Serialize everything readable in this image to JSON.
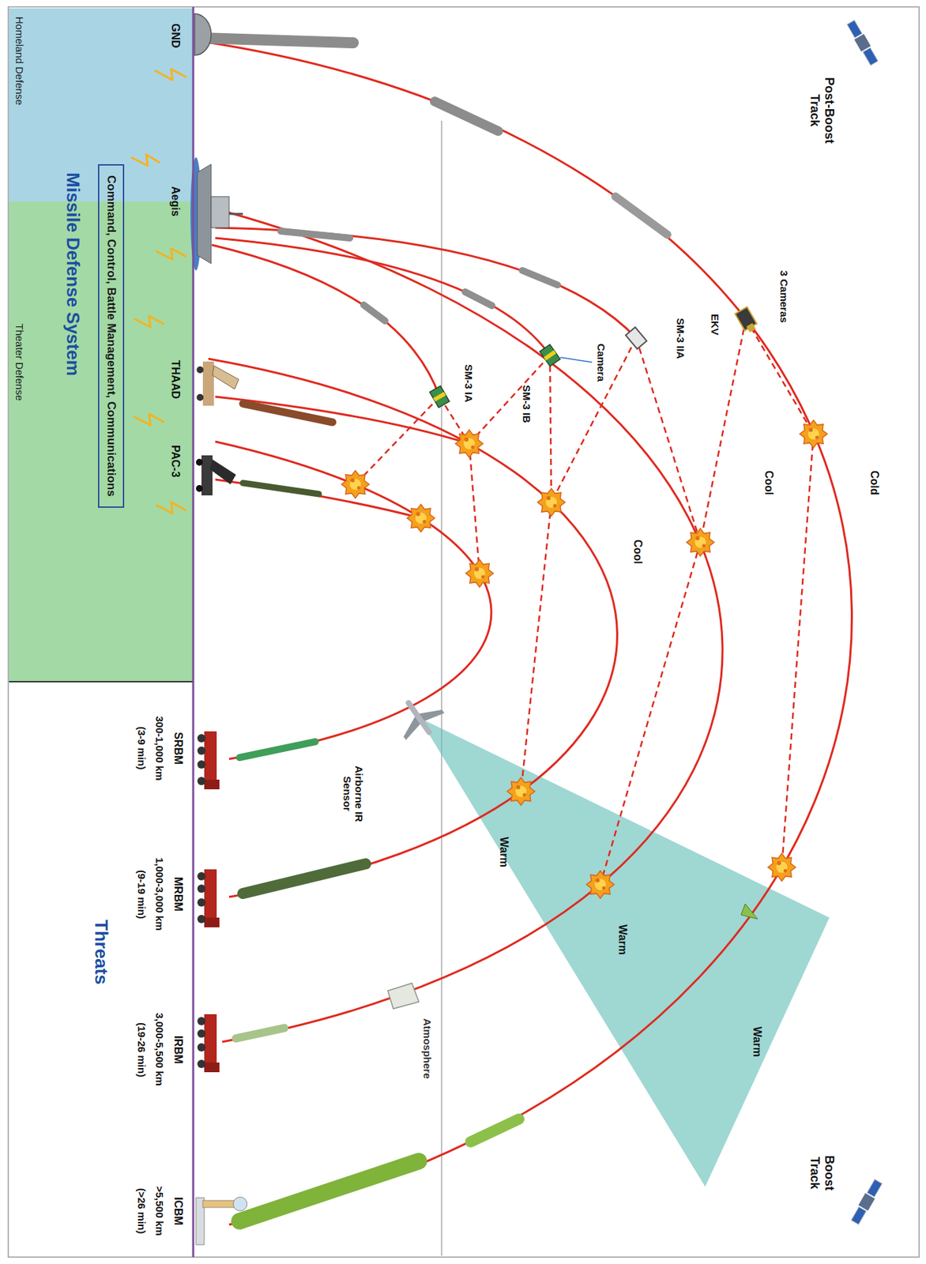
{
  "diagram": {
    "nodes": [
      {
        "text": [
          "Homeland Defense"
        ]
      },
      {
        "text": [
          "Theater Defense"
        ]
      },
      {
        "text": [
          "Threats"
        ]
      },
      {
        "text": [
          "Command, Control, Battle Management, Communications"
        ]
      }
    ],
    "labels": [
      "Post-Boost Track",
      "Cold",
      "3 Cameras",
      "EKV",
      "Cool",
      "SM-3 IIA",
      "Camera",
      "Cool",
      "SM-3 IB",
      "SM-3 IA",
      "Warm",
      "Warm",
      "Airborne IR Sensor",
      "Warm",
      "Boost Track",
      "Atmosphere",
      "GND",
      "Aegis",
      "THAAD",
      "PAC-3",
      "Missile Defense System",
      "SRBM",
      "300-1,000 km",
      "(3-9 min)",
      "MRBM",
      "1,000-3,000 km",
      "(9-19 min)",
      "IRBM",
      "3,000-5,500 km",
      "(19-26 min)",
      "ICBM",
      ">5,500 km",
      "(>26 min)"
    ]
  }
}
